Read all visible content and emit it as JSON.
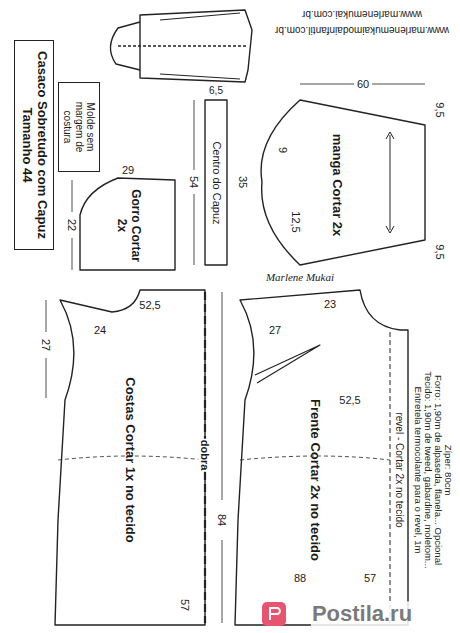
{
  "diagram": {
    "nodes": [
      {
        "text": [
          "Casaco Sobretudo com Capuz",
          "Tamanho 44"
        ]
      },
      {
        "text": [
          "Molde sem margem de costura"
        ]
      },
      {
        "text": [
          "Gorro Cortar 2x"
        ]
      },
      {
        "text": [
          "Centro do Capuz"
        ]
      },
      {
        "text": [
          "manga Cortar 2x"
        ]
      },
      {
        "text": [
          "Costas Cortar 1x no tecido"
        ]
      },
      {
        "text": [
          "Frente Cortar 2x no tecido"
        ]
      }
    ],
    "labels": [
      "www.marlenemukai.com.br",
      "www.marlenemukaimodainfantil.com.br",
      "60",
      "9,5",
      "9,5",
      "35",
      "12,5",
      "9",
      "22",
      "29",
      "54",
      "6,5",
      "Marlene Mukai",
      "27",
      "24",
      "52,5",
      "dobra",
      "84",
      "57",
      "27",
      "23",
      "revel - Cortar 2x no tecido",
      "88",
      "57",
      "Entretela termocolante para o revel, 1m",
      "Tecido: 1,90m de tweed, gabardine, moletom...",
      "Forro: 1,90m de alpaseda, flanela... Opcional",
      "Zíper: 80cm",
      "Postila.ru",
      "52,5"
    ]
  }
}
